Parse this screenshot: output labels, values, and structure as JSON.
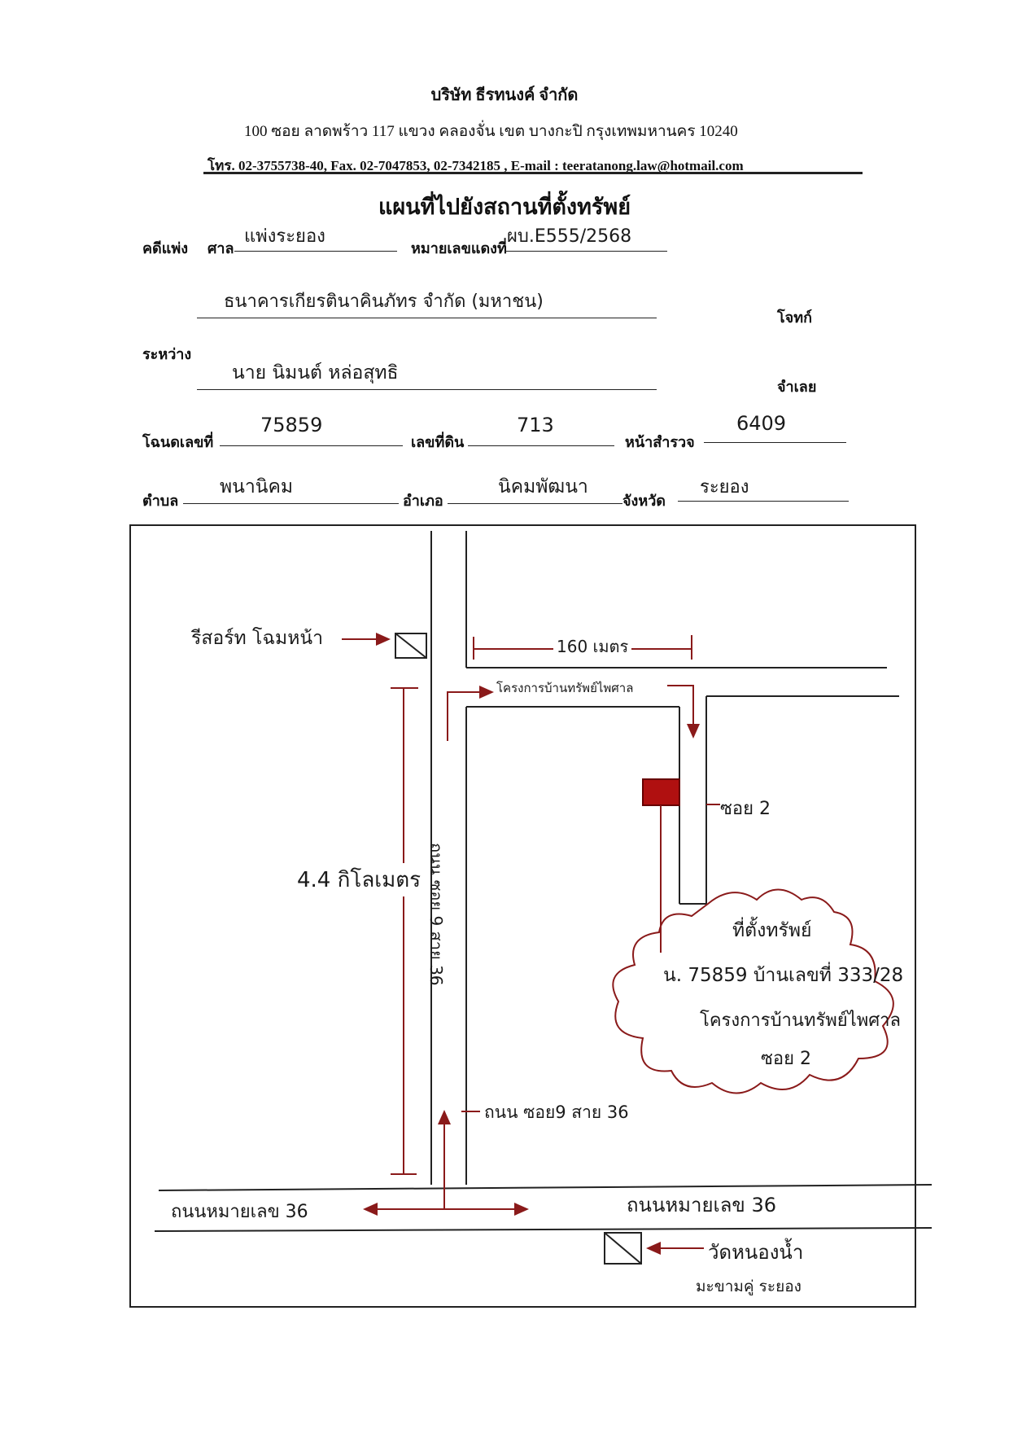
{
  "header": {
    "company": "บริษัท ธีรทนงค์ จำกัด",
    "address": "100 ซอย ลาดพร้าว 117 แขวง คลองจั่น เขต บางกะปิ กรุงเทพมหานคร 10240",
    "contact": "โทร. 02-3755738-40, Fax. 02-7047853, 02-7342185 , E-mail : teeratanong.law@hotmail.com"
  },
  "document_title": "แผนที่ไปยังสถานที่ตั้งทรัพย์",
  "case": {
    "civil_case_label": "คดีแพ่ง",
    "court_label": "ศาล",
    "court_value": "แพ่งระยอง",
    "red_number_label": "หมายเลขแดงที่",
    "red_number_value": "ผบ.E555/2568",
    "plaintiff_value": "ธนาคารเกียรตินาคินภัทร จำกัด (มหาชน)",
    "plaintiff_label": "โจทก์",
    "between_label": "ระหว่าง",
    "defendant_value": "นาย นิมนต์ หล่อสุทธิ",
    "defendant_label": "จำเลย"
  },
  "property": {
    "deed_label": "โฉนดเลขที่",
    "deed_value": "75859",
    "land_no_label": "เลขที่ดิน",
    "land_no_value": "713",
    "survey_label": "หน้าสำรวจ",
    "survey_value": "6409",
    "subdistrict_label": "ตำบล",
    "subdistrict_value": "พนานิคม",
    "district_label": "อำเภอ",
    "district_value": "นิคมพัฒนา",
    "province_label": "จังหวัด",
    "province_value": "ระยอง"
  },
  "map": {
    "resort_label": "รีสอร์ท โฉมหน้า",
    "distance_top": "160 เมตร",
    "project_label_top": "โครงการบ้านทรัพย์ไพศาล",
    "soi_label": "ซอย 2",
    "distance_side": "4.4 กิโลเมตร",
    "road_vertical_label": "ถนน ซอย 9 สาย 36",
    "road_vertical_arrow_label": "ถนน ซอย9 สาย 36",
    "main_road_left": "ถนนหมายเลข 36",
    "main_road_right": "ถนนหมายเลข 36",
    "temple_label": "วัดหนองน้ำ",
    "temple_sub_label": "มะขามคู่ ระยอง",
    "property_cloud": {
      "line1": "ที่ตั้งทรัพย์",
      "line2": "น. 75859 บ้านเลขที่ 333/28",
      "line3": "โครงการบ้านทรัพย์ไพศาล",
      "line4": "ซอย 2"
    },
    "colors": {
      "property_marker": "#b01010",
      "annotation_line": "#8a1a1a"
    }
  }
}
